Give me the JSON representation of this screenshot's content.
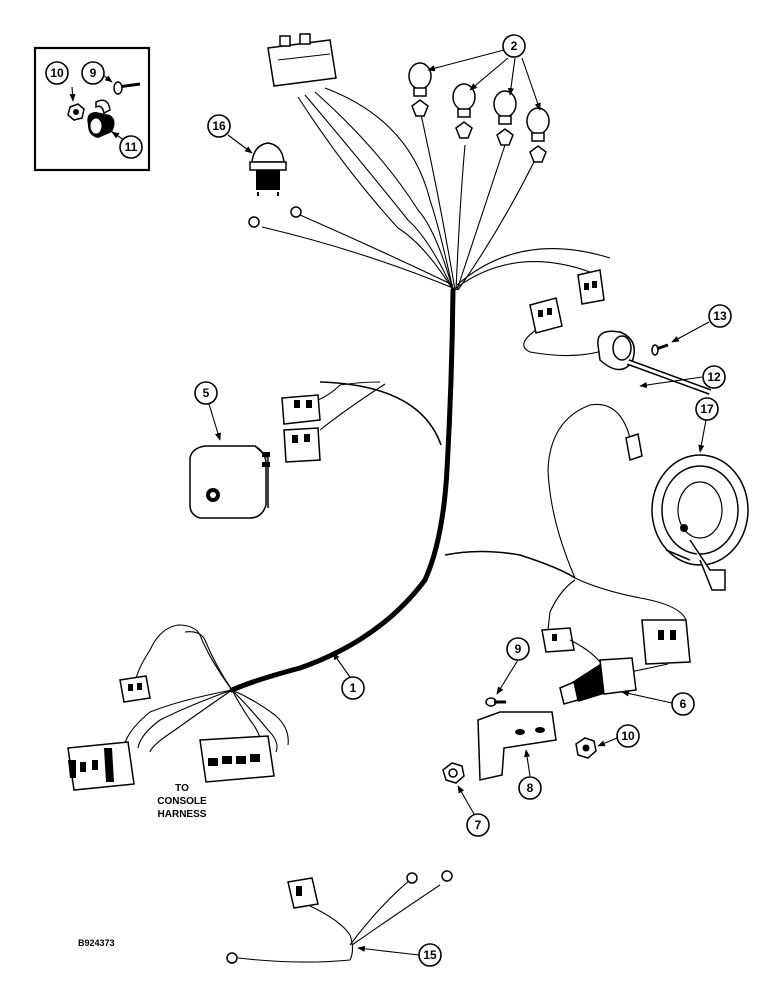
{
  "diagram": {
    "figure_code": "B924373",
    "harness_note_line1": "TO",
    "harness_note_line2": "CONSOLE",
    "harness_note_line3": "HARNESS",
    "callouts": {
      "c1": "1",
      "c2": "2",
      "c5": "5",
      "c6": "6",
      "c7": "7",
      "c8": "8",
      "c9_inset": "9",
      "c9": "9",
      "c10_inset": "10",
      "c10": "10",
      "c11": "11",
      "c12": "12",
      "c13": "13",
      "c15": "15",
      "c16": "16",
      "c17": "17"
    }
  }
}
